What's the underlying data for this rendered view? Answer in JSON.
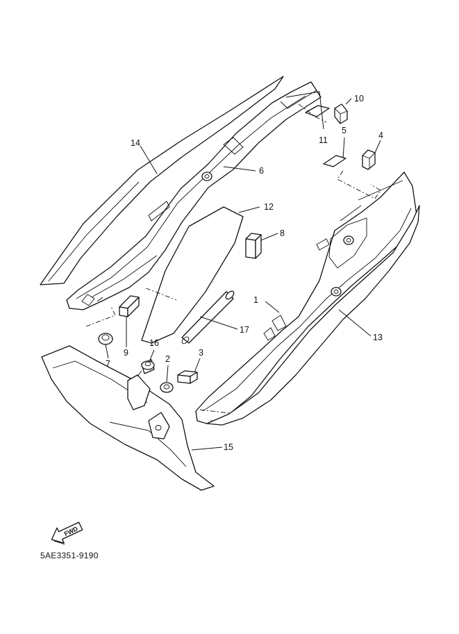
{
  "diagram": {
    "drawing_code": "5AE3351-9190",
    "fwd_label": "FWD",
    "parts": [
      {
        "id": "1",
        "label": "1",
        "name": "side-cover-right"
      },
      {
        "id": "2",
        "label": "2",
        "name": "grommet"
      },
      {
        "id": "3",
        "label": "3",
        "name": "damper"
      },
      {
        "id": "4",
        "label": "4",
        "name": "damper"
      },
      {
        "id": "5",
        "label": "5",
        "name": "damper"
      },
      {
        "id": "6",
        "label": "6",
        "name": "side-cover-left"
      },
      {
        "id": "7",
        "label": "7",
        "name": "grommet"
      },
      {
        "id": "8",
        "label": "8",
        "name": "damper"
      },
      {
        "id": "9",
        "label": "9",
        "name": "damper"
      },
      {
        "id": "10",
        "label": "10",
        "name": "damper"
      },
      {
        "id": "11",
        "label": "11",
        "name": "damper"
      },
      {
        "id": "12",
        "label": "12",
        "name": "plate"
      },
      {
        "id": "13",
        "label": "13",
        "name": "graphic-right"
      },
      {
        "id": "14",
        "label": "14",
        "name": "graphic-left"
      },
      {
        "id": "15",
        "label": "15",
        "name": "cover"
      },
      {
        "id": "16",
        "label": "16",
        "name": "grommet"
      },
      {
        "id": "17",
        "label": "17",
        "name": "damper-tube"
      }
    ]
  }
}
